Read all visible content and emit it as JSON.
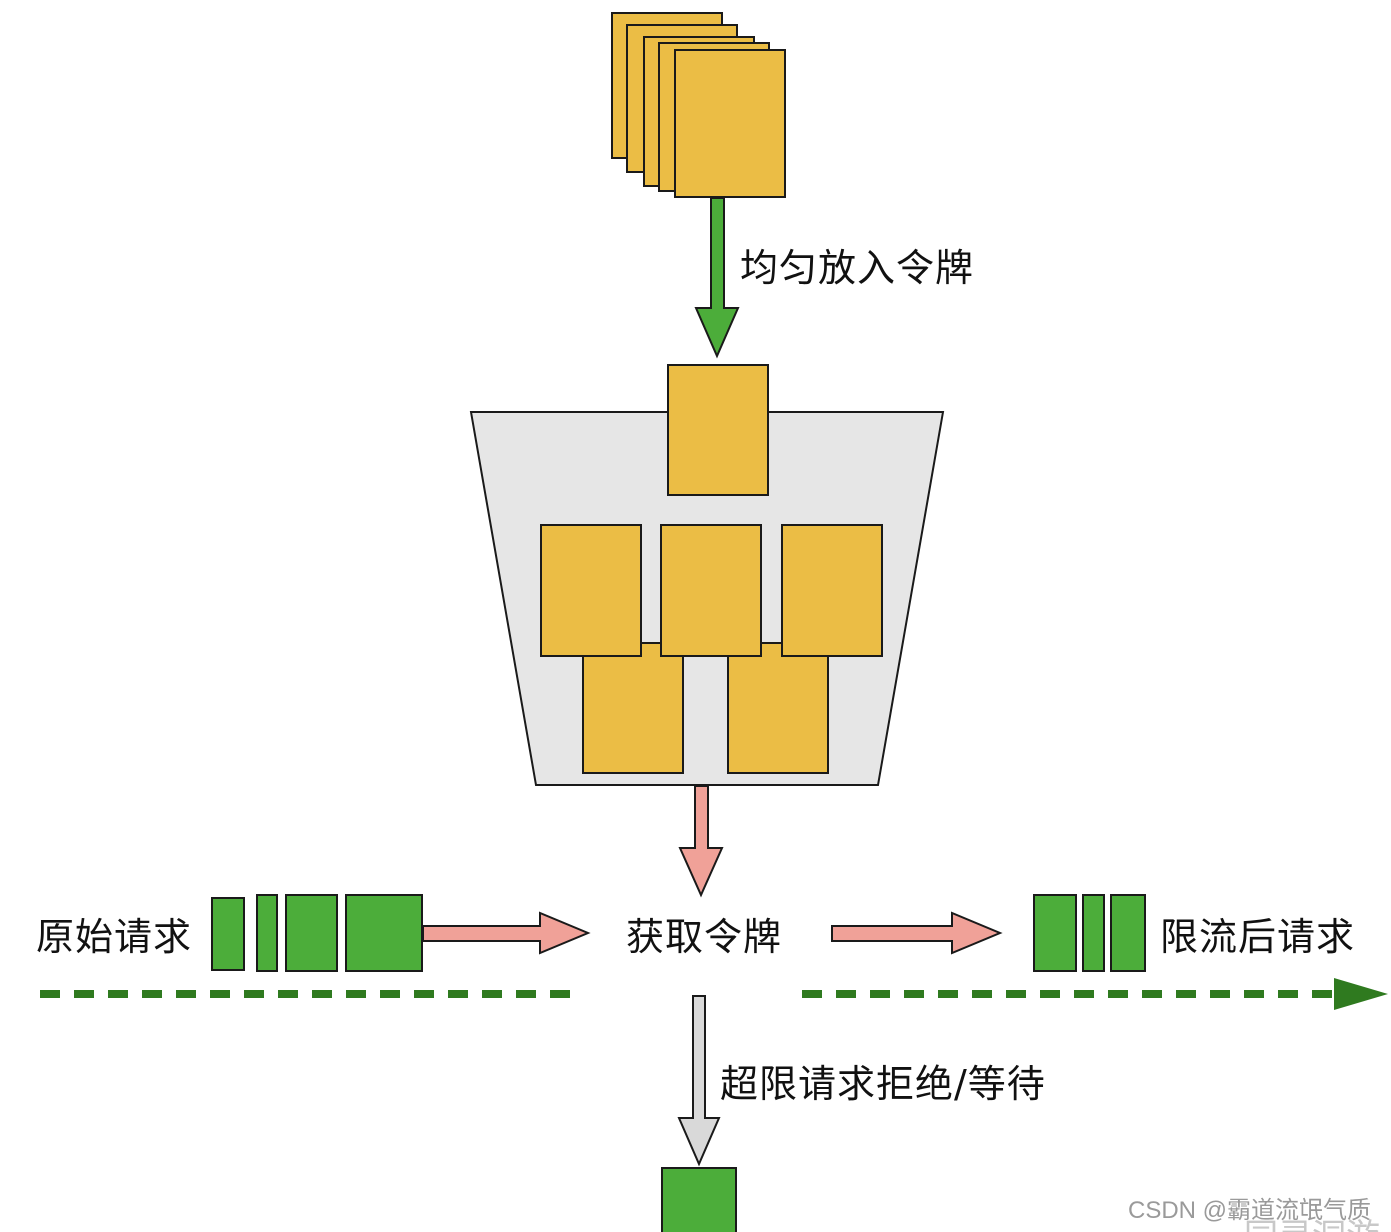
{
  "labels": {
    "fill_tokens": "均匀放入令牌",
    "get_token": "获取令牌",
    "original_requests": "原始请求",
    "limited_requests": "限流后请求",
    "reject_wait": "超限请求拒绝/等待"
  },
  "watermark": {
    "text": "CSDN @霸道流氓气质",
    "ghost": "园灵洞游"
  },
  "colors": {
    "token": "#EBBD45",
    "request": "#4CAD3A",
    "bucket": "#E6E6E6",
    "fill_arrow": "#4CAD3A",
    "get_arrow": "#F0A198",
    "flow_arrow": "#F0A198",
    "reject_arrow": "#D9D9D9",
    "dash_line": "#2F7A1F",
    "outline": "#1A1A1A"
  }
}
